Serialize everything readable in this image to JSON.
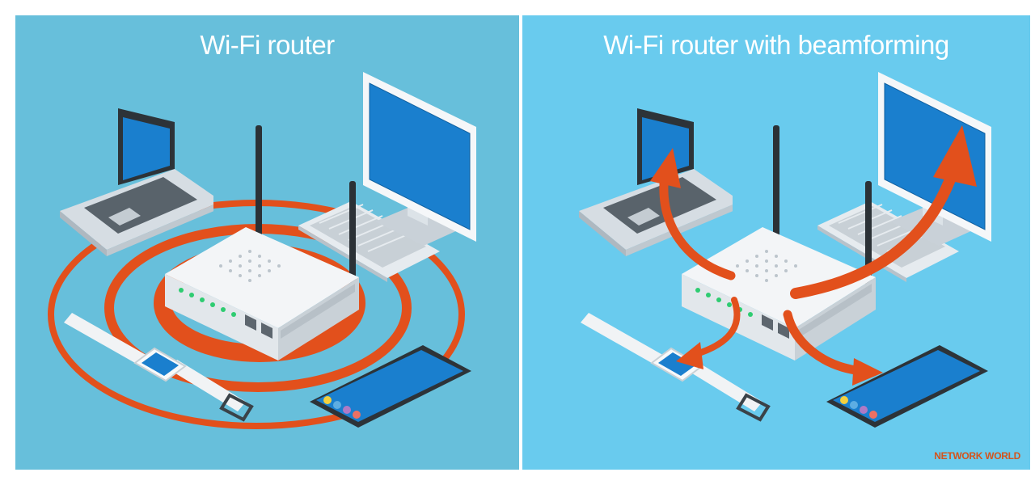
{
  "left_panel": {
    "title": "Wi-Fi router"
  },
  "right_panel": {
    "title": "Wi-Fi router with beamforming",
    "credit": "NETWORK WORLD"
  },
  "colors": {
    "left_background": "#67bfdb",
    "right_background": "#69cbee",
    "signal": "#e2501c",
    "screen": "#1a7fce",
    "device_body": "#eef1f4",
    "router_led": "#2ecc71"
  },
  "icons": [
    "laptop-icon",
    "monitor-icon",
    "keyboard-icon",
    "router-icon",
    "smartwatch-icon",
    "smartphone-icon",
    "signal-ring-icon",
    "beam-arrow-icon"
  ]
}
